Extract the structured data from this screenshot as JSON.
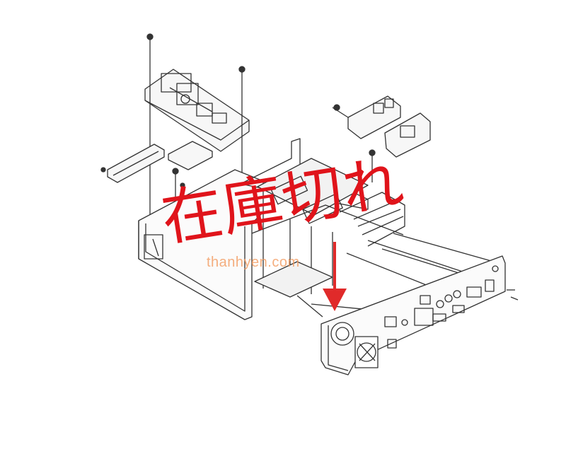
{
  "stamp": {
    "text": "在庫切れ",
    "color": "#e0141b"
  },
  "watermark": {
    "text": "thanhyen.com",
    "color": "#f39a5e"
  },
  "arrow": {
    "direction": "down",
    "color": "#e02a2a"
  },
  "diagram": {
    "description_icon": "exploded-chassis-diagram"
  }
}
